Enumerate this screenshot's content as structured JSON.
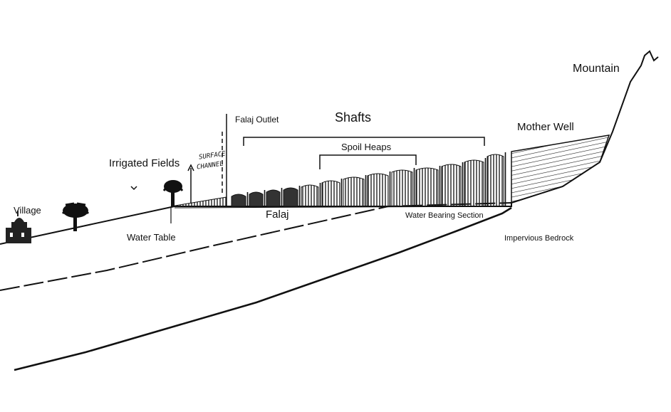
{
  "diagram": {
    "labels": {
      "village": "Village",
      "irrigated_fields": "Irrigated Fields",
      "surface_channel_line1": "SURFACE",
      "surface_channel_line2": "CHANNEL",
      "falaj_outlet": "Falaj Outlet",
      "shafts": "Shafts",
      "spoil_heaps": "Spoil Heaps",
      "mother_well": "Mother Well",
      "mountain": "Mountain",
      "water_table": "Water Table",
      "falaj": "Falaj",
      "water_bearing_section": "Water Bearing Section",
      "impervious_bedrock": "Impervious Bedrock"
    },
    "colors": {
      "ink": "#111111",
      "background": "#ffffff"
    }
  }
}
